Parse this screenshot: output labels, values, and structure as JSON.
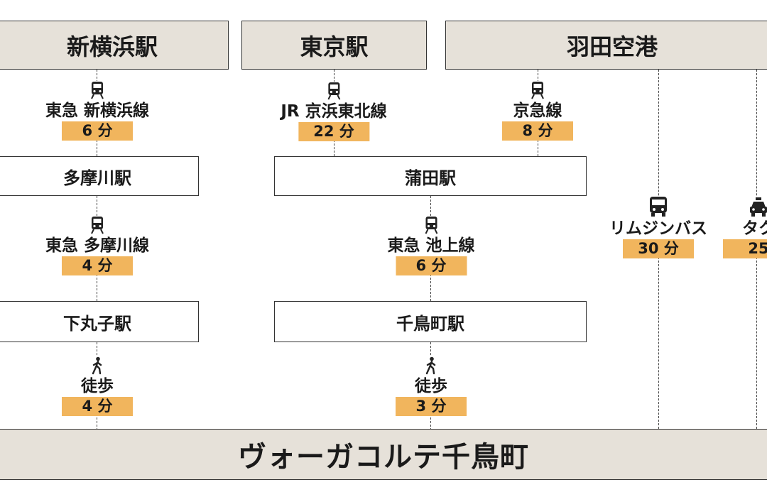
{
  "origins": {
    "shinyokohama": "新横浜駅",
    "tokyo": "東京駅",
    "haneda": "羽田空港"
  },
  "transfers": {
    "tamagawa": "多摩川駅",
    "shimomaruko": "下丸子駅",
    "kamata": "蒲田駅",
    "chidoricho": "千鳥町駅"
  },
  "destination": "ヴォーガコルテ千鳥町",
  "segments": {
    "tokyu_shinyokohama": {
      "icon": "train-icon",
      "name": "東急 新横浜線",
      "time": "6 分"
    },
    "tokyu_tamagawa": {
      "icon": "train-icon",
      "name": "東急 多摩川線",
      "time": "4 分"
    },
    "walk_shimomaruko": {
      "icon": "walking-person-icon",
      "name": "徒歩",
      "time": "4 分"
    },
    "jr_keihin_tohoku": {
      "icon": "train-icon",
      "name": "JR 京浜東北線",
      "time": "22 分"
    },
    "keikyu": {
      "icon": "train-icon",
      "name": "京急線",
      "time": "8 分"
    },
    "tokyu_ikegami": {
      "icon": "train-icon",
      "name": "東急 池上線",
      "time": "6 分"
    },
    "walk_chidoricho": {
      "icon": "walking-person-icon",
      "name": "徒歩",
      "time": "3 分"
    },
    "limousine_bus": {
      "icon": "bus-icon",
      "name": "リムジンバス",
      "time": "30 分"
    },
    "taxi": {
      "icon": "taxi-icon",
      "name": "タク",
      "time": "25"
    }
  },
  "colors": {
    "header_bg": "#e6e1d9",
    "time_badge": "#f1b55d",
    "line": "#444444"
  }
}
